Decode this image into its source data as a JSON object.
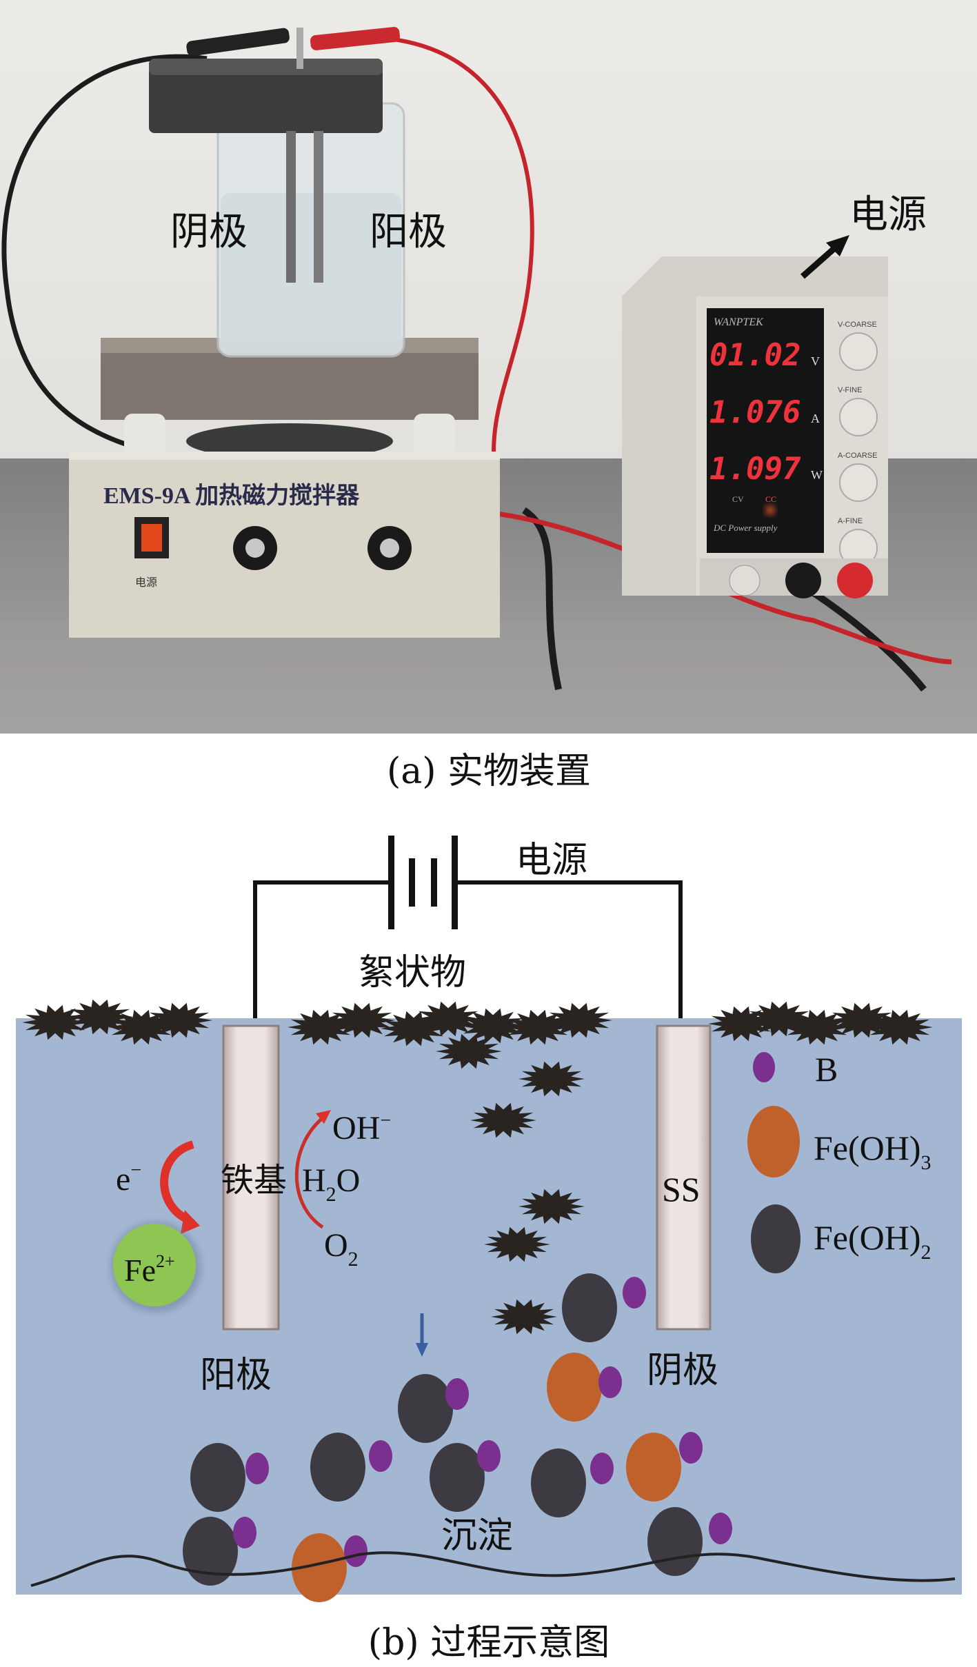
{
  "photo": {
    "cathode_label": "阴极",
    "anode_label": "阳极",
    "power_label": "电源",
    "stirrer_model": "EMS-9A 加热磁力搅拌器",
    "stirrer_power_label": "电源",
    "power_supply": {
      "brand": "WANPTEK",
      "voltage": "01.02",
      "voltage_unit": "V",
      "current": "1.076",
      "current_unit": "A",
      "power": "1.097",
      "power_unit": "W",
      "knobs": [
        "V-COARSE",
        "V-FINE",
        "A-COARSE",
        "A-FINE"
      ],
      "cv": "CV",
      "cc": "CC",
      "model_text": "DC Power supply"
    },
    "caption": "(a) 实物装置"
  },
  "diagram": {
    "power_label": "电源",
    "floc_label": "絮状物",
    "anode_material": "铁基",
    "cathode_material": "SS",
    "anode_label": "阳极",
    "cathode_label": "阴极",
    "sediment_label": "沉淀",
    "electron": "e",
    "electron_sup": "−",
    "h2o": [
      "H",
      "2",
      "O"
    ],
    "oh": [
      "OH",
      "−"
    ],
    "o2": [
      "O",
      "2"
    ],
    "fe_ion": [
      "Fe",
      "2+"
    ],
    "legend": [
      {
        "label": "B",
        "sub": "",
        "color": "#7b2f8e"
      },
      {
        "label": "Fe(OH)",
        "sub": "3",
        "color": "#c0612c"
      },
      {
        "label": "Fe(OH)",
        "sub": "2",
        "color": "#3d3a42"
      }
    ],
    "colors": {
      "water": "#a3b7d3",
      "fe_ion": "#8dc653",
      "arrow": "#e0302a",
      "floc": "#2a2420"
    },
    "caption": "(b) 过程示意图"
  }
}
